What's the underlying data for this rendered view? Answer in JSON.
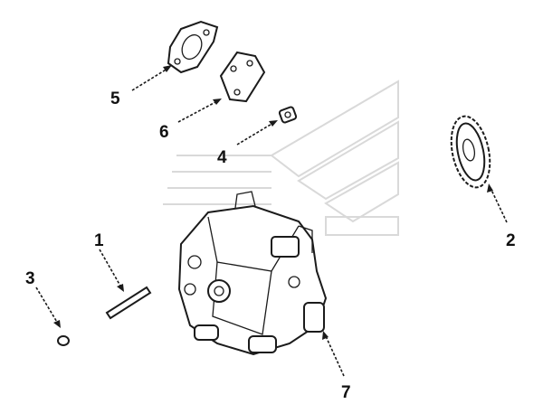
{
  "diagram": {
    "callouts": [
      {
        "id": "1",
        "label": "1"
      },
      {
        "id": "2",
        "label": "2"
      },
      {
        "id": "3",
        "label": "3"
      },
      {
        "id": "4",
        "label": "4"
      },
      {
        "id": "5",
        "label": "5"
      },
      {
        "id": "6",
        "label": "6"
      },
      {
        "id": "7",
        "label": "7"
      }
    ],
    "colors": {
      "ink": "#1b1b1b",
      "watermark": "#d9d9d9",
      "background": "#ffffff"
    }
  }
}
